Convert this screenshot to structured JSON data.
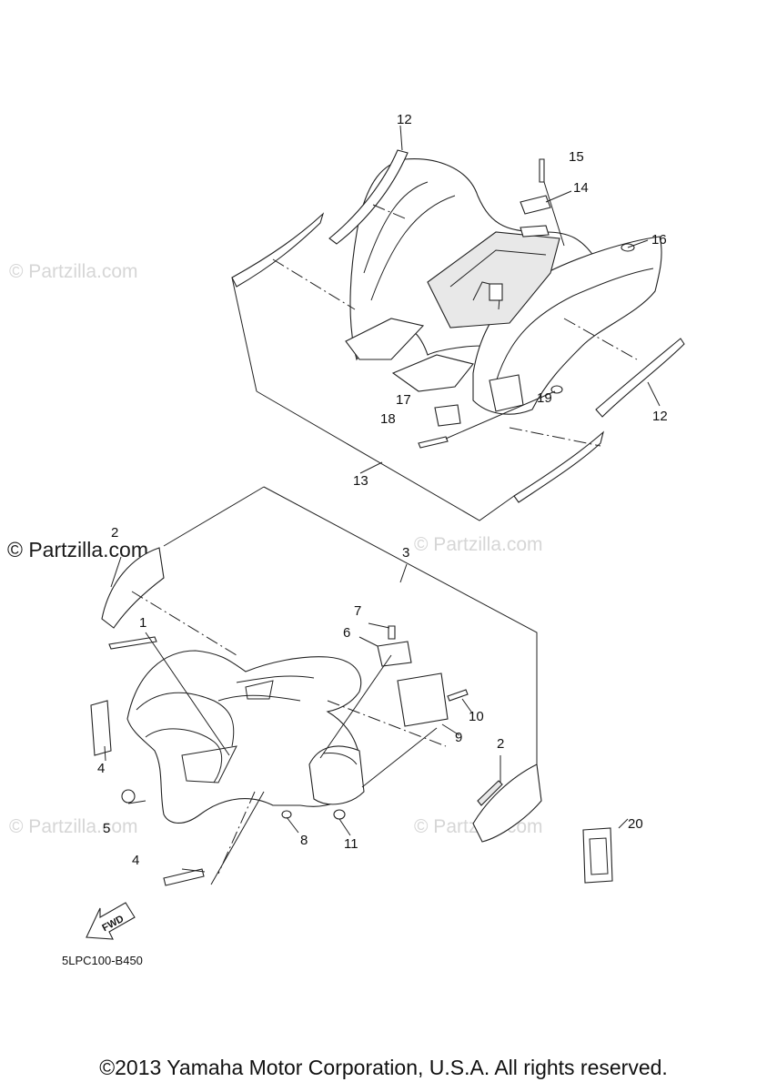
{
  "diagram": {
    "reference_code": "5LPC100-B450",
    "fwd_label": "FWD",
    "watermark": "© Partzilla.com",
    "copyright": "©2013 Yamaha Motor Corporation, U.S.A. All rights reserved.",
    "callouts": {
      "c1": "1",
      "c2a": "2",
      "c2b": "2",
      "c3": "3",
      "c4a": "4",
      "c4b": "4",
      "c5": "5",
      "c6": "6",
      "c7": "7",
      "c8": "8",
      "c9": "9",
      "c10": "10",
      "c11": "11",
      "c12a": "12",
      "c12b": "12",
      "c13": "13",
      "c14": "14",
      "c15": "15",
      "c16": "16",
      "c17": "17",
      "c18": "18",
      "c19": "19",
      "c20": "20"
    }
  }
}
